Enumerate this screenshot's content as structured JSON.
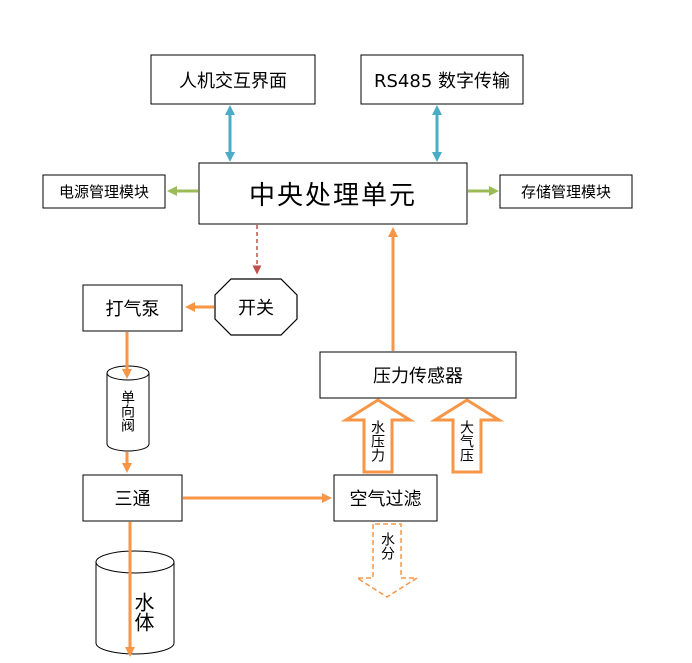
{
  "nodes": {
    "hmi": "人机交互界面",
    "rs485": "RS485 数字传输",
    "cpu": "中央处理单元",
    "power_mgmt": "电源管理模块",
    "storage_mgmt": "存储管理模块",
    "switch": "开关",
    "pump": "打气泵",
    "check_valve": "单向阀",
    "tee": "三通",
    "water_body": "水体",
    "pressure_sensor": "压力传感器",
    "air_filter": "空气过滤"
  },
  "arrow_labels": {
    "water_pressure": "水压力",
    "atmospheric_pressure": "大气压",
    "moisture": "水分"
  },
  "colors": {
    "bidirectional_link": "#4bacc6",
    "power_link": "#9bbb59",
    "flow_arrow": "#f79646",
    "switch_link": "#c0504d",
    "box_border": "#000000"
  }
}
